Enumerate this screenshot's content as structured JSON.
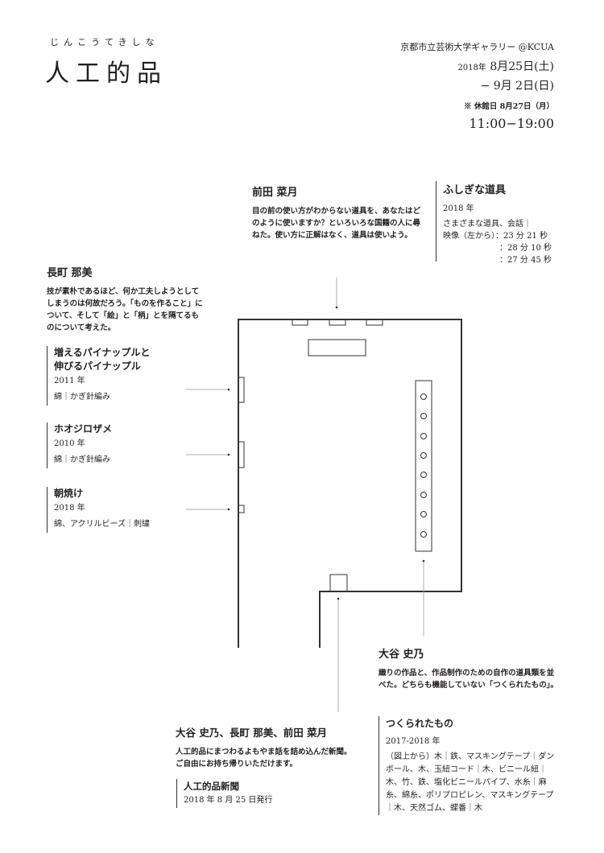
{
  "header": {
    "title_ruby": "じんこうてきしな",
    "title": "人工的品",
    "venue": "京都市立芸術大学ギャラリー @KCUA",
    "date_year": "2018年",
    "date_start": "8月25日(土)",
    "date_end": "− 9月 2日(日)",
    "closed": "※ 休館日 8月27日（月）",
    "hours": "11:00−19:00"
  },
  "maeda": {
    "name": "前田 菜月",
    "text": "目の前の使い方がわからない道具を、あなたはどのように使いますか？といろいろな国籍の人に尋ねた。使い方に正解はなく、道具は使いよう。",
    "work": {
      "title": "ふしぎな道具",
      "year": "2018 年",
      "materials": "さまざまな道具、会話｜",
      "video": "映像（左から）：23 分 21 秒",
      "video2": "：28 分 10 秒",
      "video3": "：27 分 45 秒"
    }
  },
  "nagamachi": {
    "name": "長町 那美",
    "text": "技が素朴であるほど、何か工夫しようとしてしまうのは何故だろう。「ものを作ること」について、そして「絵」と「柄」とを隔てるものについて考えた。",
    "works": [
      {
        "title1": "増えるパイナップルと",
        "title2": "伸びるパイナップル",
        "year": "2011 年",
        "materials": "綿｜かぎ針編み"
      },
      {
        "title1": "ホオジロザメ",
        "year": "2010 年",
        "materials": "綿｜かぎ針編み"
      },
      {
        "title1": "朝焼け",
        "year": "2018 年",
        "materials": "綿、アクリルビーズ｜刺繍"
      }
    ]
  },
  "otani": {
    "name": "大谷 史乃",
    "text": "織りの作品と、作品制作のための自作の道具類を並べた。どちらも機能していない「つくられたもの」。",
    "work": {
      "title": "つくられたもの",
      "year": "2017-2018 年",
      "materials": "（図上から）木｜鉄、マスキングテープ｜ダンボール、木、玉紐コード｜木、ビニール紐｜木、竹、鉄、塩化ビニールパイプ、水糸｜麻糸、綿糸、ポリプロピレン、マスキングテープ｜木、天然ゴム、蝶番｜木"
    }
  },
  "joint": {
    "names": "大谷 史乃、長町 那美、前田 菜月",
    "text": "人工的品にまつわるよもやま話を詰め込んだ新聞。ご自由にお持ち帰りいただけます。",
    "work": {
      "title": "人工的品新聞",
      "date": "2018 年 8 月 25 日発行"
    }
  }
}
